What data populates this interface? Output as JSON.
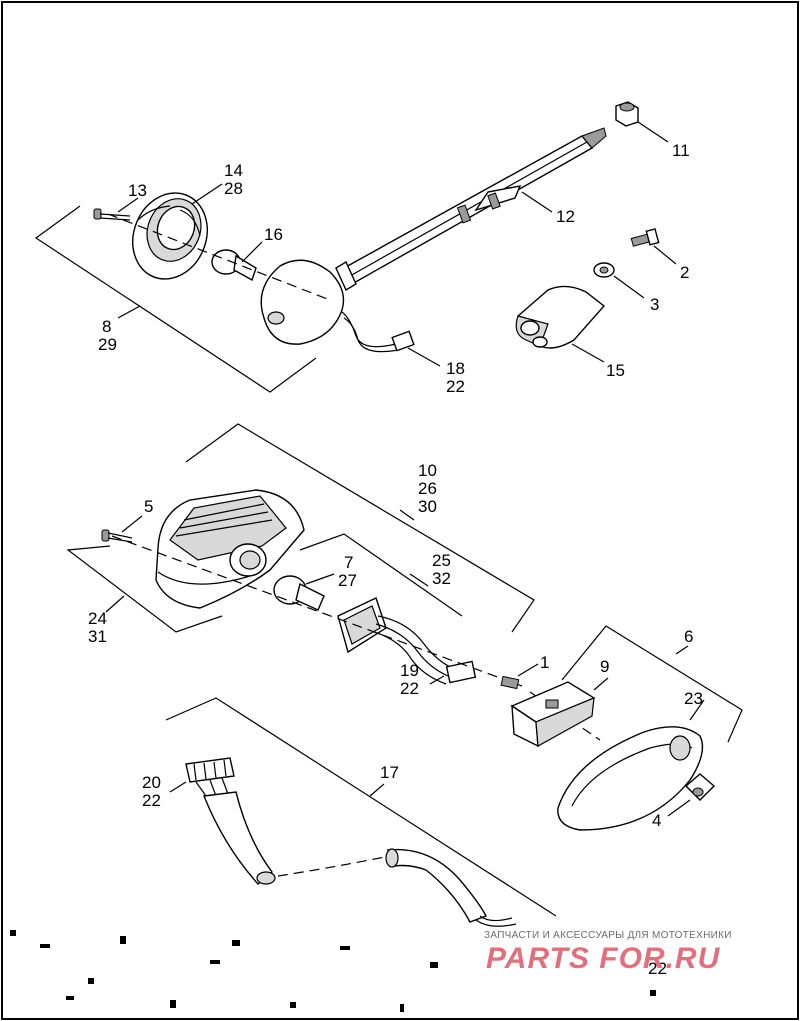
{
  "callouts": {
    "c11": "11",
    "c12": "12",
    "c2": "2",
    "c3": "3",
    "c15": "15",
    "c13": "13",
    "c14": "14",
    "c28": "28",
    "c16": "16",
    "c8": "8",
    "c29": "29",
    "c18": "18",
    "c22a": "22",
    "c10": "10",
    "c26": "26",
    "c30": "30",
    "c5": "5",
    "c7": "7",
    "c27": "27",
    "c25": "25",
    "c32": "32",
    "c24": "24",
    "c31": "31",
    "c19": "19",
    "c22b": "22",
    "c1": "1",
    "c9": "9",
    "c6": "6",
    "c23": "23",
    "c4": "4",
    "c17": "17",
    "c20": "20",
    "c22c": "22",
    "c22d": "22"
  },
  "watermark": {
    "tagline": "ЗАПЧАСТИ И АКСЕССУАРЫ ДЛЯ МОТОТЕХНИКИ",
    "brand": "PARTS FOR.RU"
  },
  "colors": {
    "line": "#000000",
    "background": "#ffffff",
    "watermark_brand": "#e0707c",
    "watermark_text": "#6b6b6b"
  }
}
